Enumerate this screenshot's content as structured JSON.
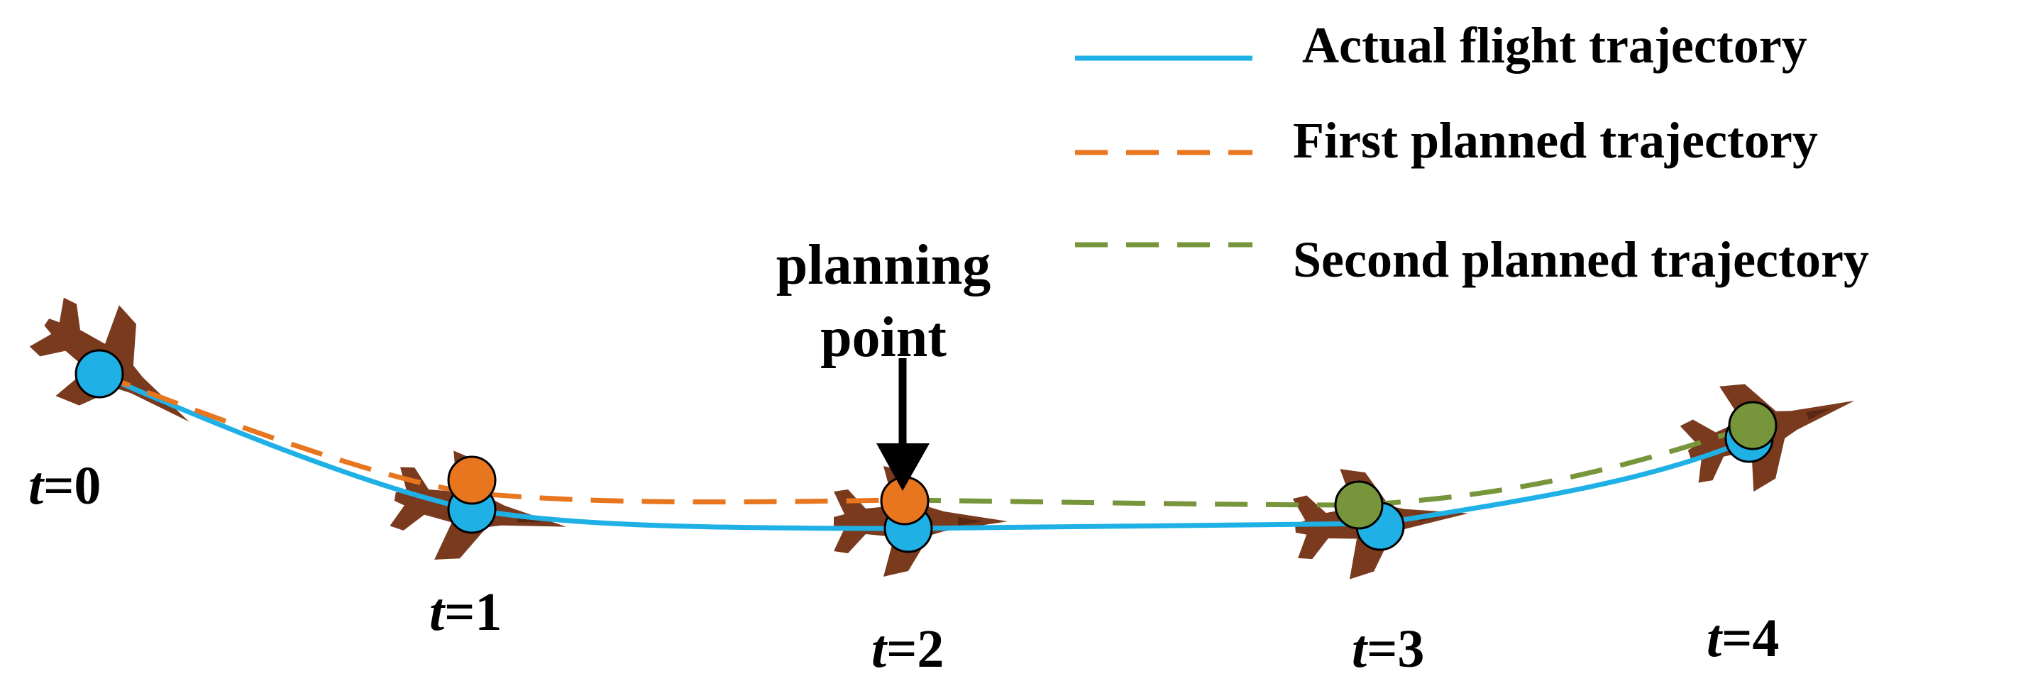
{
  "legend": {
    "actual_label": "Actual flight trajectory",
    "first_label": "First planned trajectory",
    "second_label": "Second planned trajectory"
  },
  "annotation": {
    "line1": "planning",
    "line2": "point"
  },
  "time_labels": [
    {
      "t": "t",
      "eq": "=0"
    },
    {
      "t": "t",
      "eq": "=1"
    },
    {
      "t": "t",
      "eq": "=2"
    },
    {
      "t": "t",
      "eq": "=3"
    },
    {
      "t": "t",
      "eq": "=4"
    }
  ],
  "colors": {
    "actual": "#1fb0e6",
    "first": "#e8761f",
    "second": "#77953a",
    "aircraft": "#7a3a1e"
  },
  "icons": {
    "aircraft": "fighter-jet-icon",
    "arrow": "down-arrow-icon"
  }
}
